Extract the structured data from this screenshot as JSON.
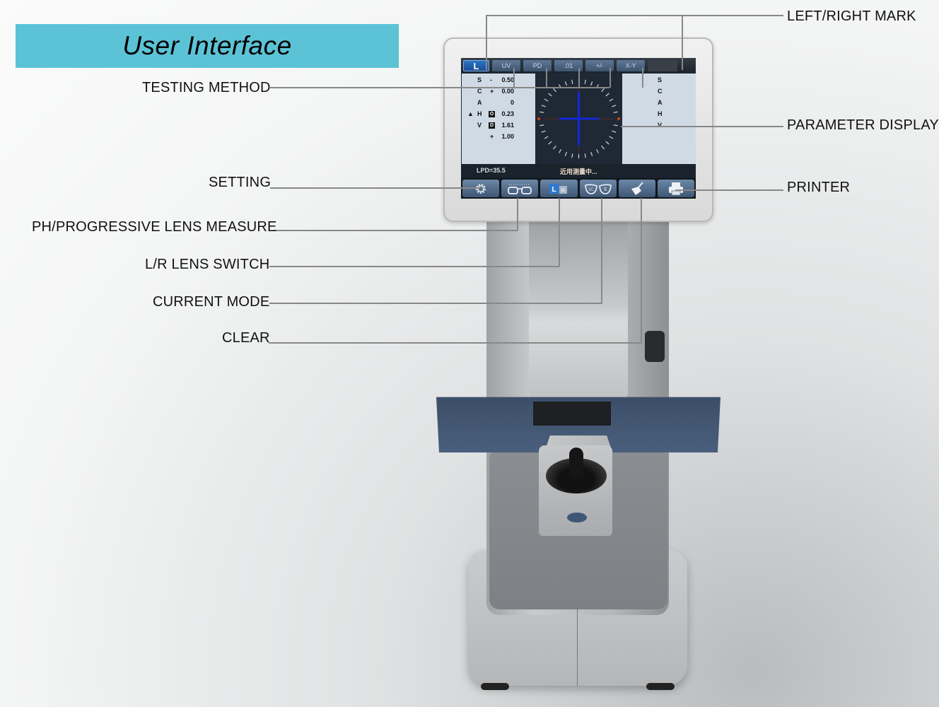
{
  "banner": {
    "title": "User Interface",
    "color": "#5cc3d6"
  },
  "callouts": {
    "left": [
      {
        "id": "testing-method",
        "label": "TESTING METHOD"
      },
      {
        "id": "setting",
        "label": "SETTING"
      },
      {
        "id": "ph-progressive",
        "label": "PH/PROGRESSIVE LENS MEASURE"
      },
      {
        "id": "lr-switch",
        "label": "L/R LENS SWITCH"
      },
      {
        "id": "current-mode",
        "label": "CURRENT MODE"
      },
      {
        "id": "clear",
        "label": "CLEAR"
      }
    ],
    "right": [
      {
        "id": "lr-mark",
        "label": "LEFT/RIGHT MARK"
      },
      {
        "id": "parameter-display",
        "label": "PARAMETER DISPLAY"
      },
      {
        "id": "printer",
        "label": "PRINTER"
      }
    ]
  },
  "screen": {
    "tabs": [
      {
        "label": "L",
        "type": "lr-mark"
      },
      {
        "label": "UV"
      },
      {
        "label": "PD"
      },
      {
        "label": ".01"
      },
      {
        "label": "+/-"
      },
      {
        "label": "X-Y"
      },
      {
        "label": ""
      }
    ],
    "left_params": [
      {
        "key": "S",
        "sign": "-",
        "value": "0.50"
      },
      {
        "key": "C",
        "sign": "+",
        "value": "0.00"
      },
      {
        "key": "A",
        "sign": "",
        "value": "0"
      },
      {
        "key": "H",
        "marker": "▲",
        "box": "O",
        "value": "0.23"
      },
      {
        "key": "V",
        "box": "D",
        "value": "1.61"
      },
      {
        "key": "",
        "sign": "+",
        "value": "1.00"
      }
    ],
    "right_params": [
      "S",
      "C",
      "A",
      "H",
      "V"
    ],
    "status": {
      "lpd": "LPD=35.5",
      "message": "近用测量中..."
    },
    "function_buttons": [
      {
        "id": "setting",
        "icon": "gear-icon"
      },
      {
        "id": "progressive",
        "icon": "glasses-progressive-icon"
      },
      {
        "id": "lr-switch",
        "icon": "lr-switch-icon",
        "left": "L",
        "right": "R"
      },
      {
        "id": "mode",
        "icon": "glasses-mode-icon",
        "left": "3C",
        "right": "S"
      },
      {
        "id": "clear",
        "icon": "broom-icon"
      },
      {
        "id": "printer",
        "icon": "printer-icon"
      }
    ],
    "colors": {
      "reticle_cross": "#1428d8",
      "tick": "#d0d4d8",
      "marker_red": "#d63a22"
    }
  }
}
